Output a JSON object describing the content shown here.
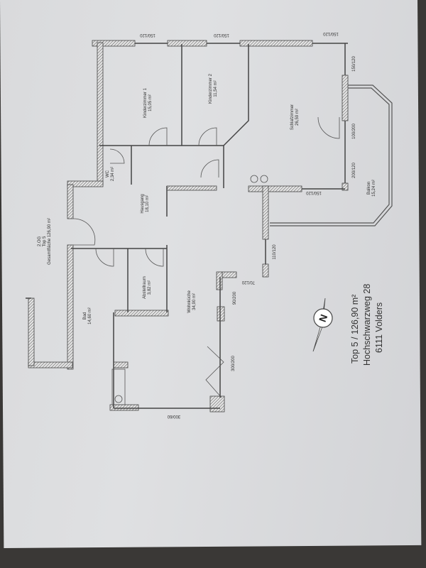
{
  "plan": {
    "floor_label": "2.OG",
    "unit_label": "Top 5",
    "total_area": "Gesamtfläche 126,90 m²",
    "rooms": [
      {
        "name": "Kinderzimmer 1",
        "area": "15,05 m²"
      },
      {
        "name": "Kinderzimmer 2",
        "area": "11,54 m²"
      },
      {
        "name": "Schlafzimmer",
        "area": "26,59 m²"
      },
      {
        "name": "WC",
        "area": "2,34 m²"
      },
      {
        "name": "Hausgang",
        "area": "18,10 m²"
      },
      {
        "name": "Abstellraum",
        "area": "3,82 m²"
      },
      {
        "name": "Bad",
        "area": "14,60 m²"
      },
      {
        "name": "Wohnküche",
        "area": "34,90 m²"
      },
      {
        "name": "Balkon",
        "area": "15,24 m²"
      }
    ],
    "windows": [
      "150/120",
      "150/120",
      "150/120",
      "150/120",
      "100/200",
      "200/120",
      "150/120",
      "110/120",
      "70/120",
      "90/200",
      "300/200",
      "300/60"
    ],
    "compass": "N",
    "title": {
      "line1": "Top 5  / 126,90 m²",
      "line2": "Hochschwarzweg 28",
      "line3": "6111 Volders"
    }
  }
}
